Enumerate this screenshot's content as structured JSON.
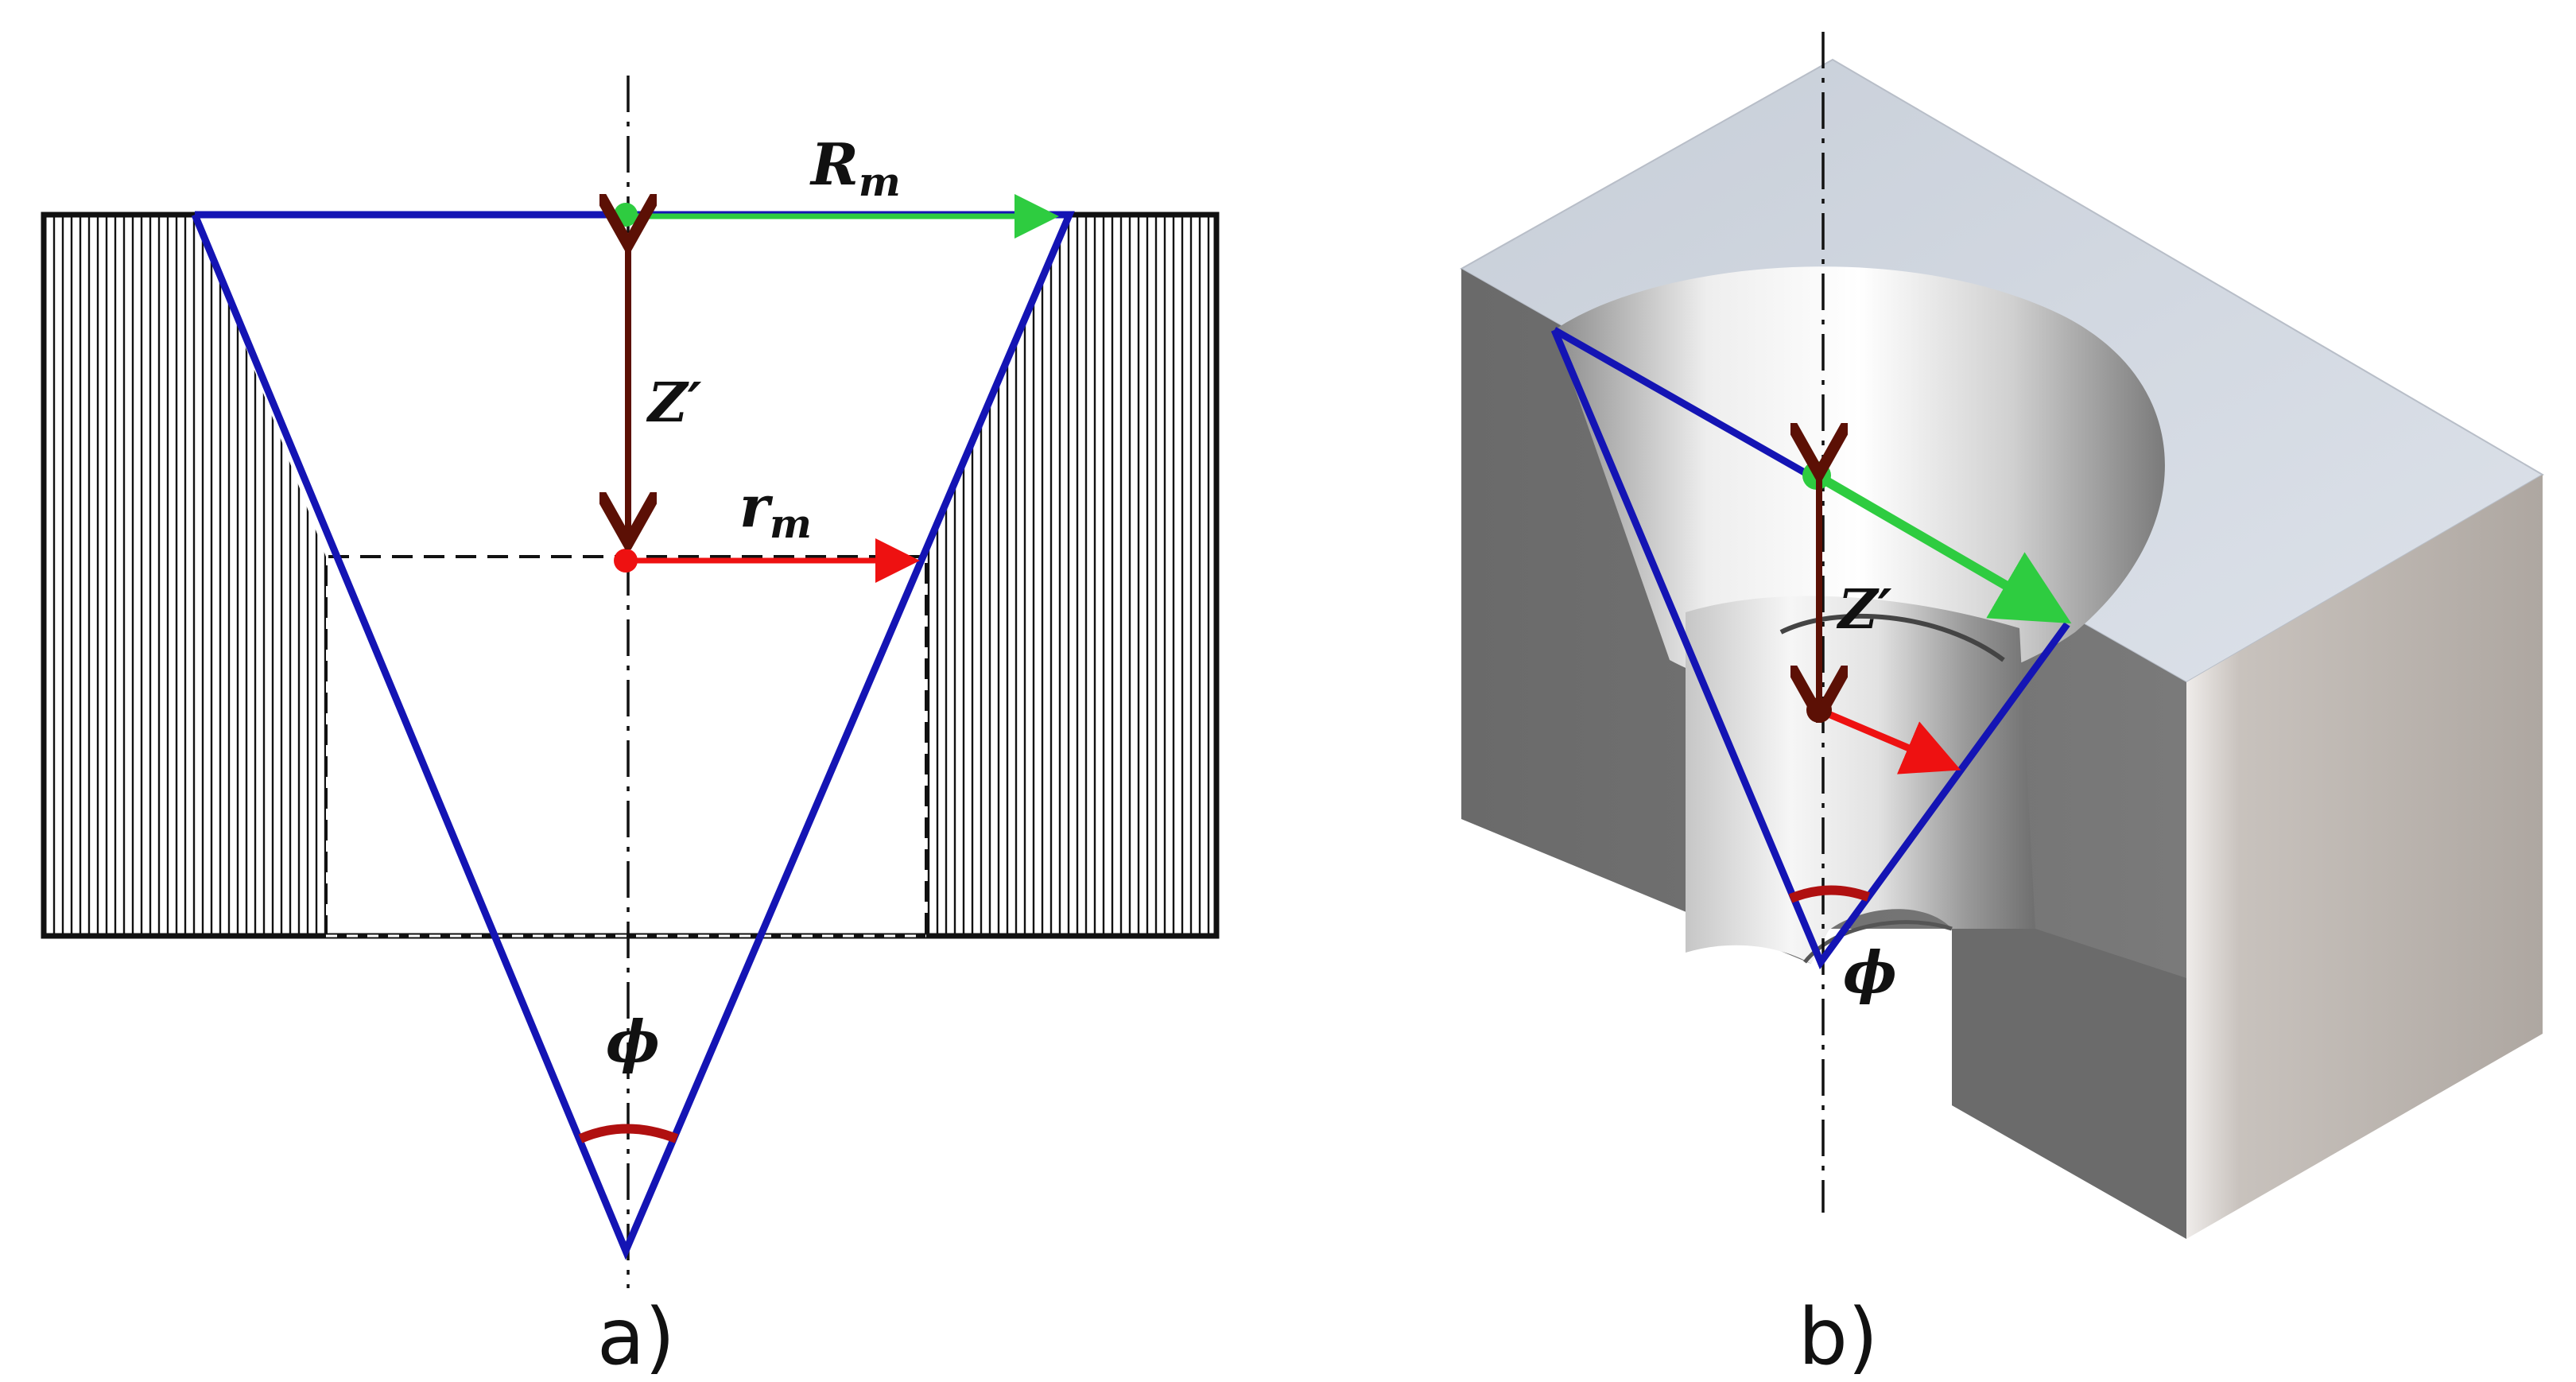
{
  "panel_a": {
    "caption": "a)",
    "labels": {
      "R_main": "R",
      "R_sub": "m",
      "r_main": "r",
      "r_sub": "m",
      "Z": "Z′",
      "phi": "ϕ"
    }
  },
  "panel_b": {
    "caption": "b)",
    "labels": {
      "Z": "Z′",
      "phi": "ϕ"
    }
  },
  "colors": {
    "cone": "#1414b4",
    "R_arrow": "#2ecc40",
    "r_arrow": "#ee1111",
    "Z_arrow": "#5c1005",
    "angle_arc": "#b01010",
    "outline": "#111111"
  }
}
